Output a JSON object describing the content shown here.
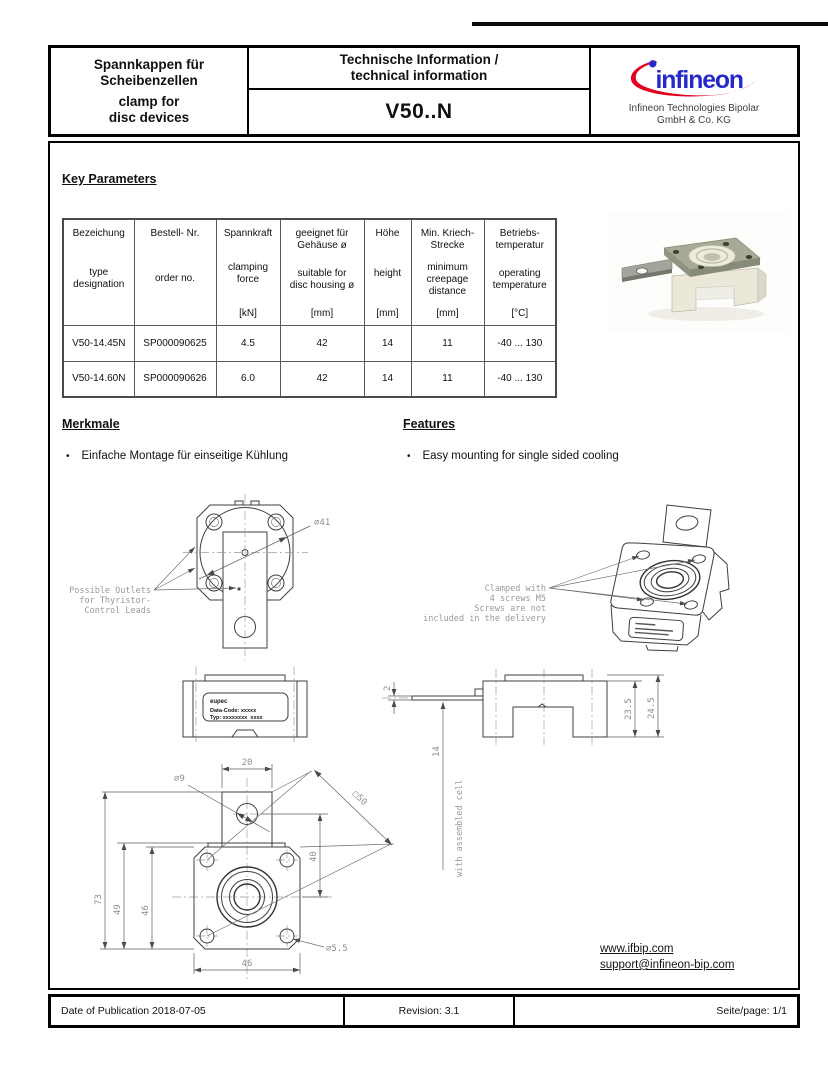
{
  "header": {
    "product_title_de": [
      "Spannkappen für",
      "Scheibenzellen"
    ],
    "product_title_en": [
      "clamp for",
      "disc devices"
    ],
    "doc_type": [
      "Technische Information /",
      "technical information"
    ],
    "part_number": "V50..N",
    "logo_word": "infineon",
    "company": [
      "Infineon Technologies Bipolar",
      "GmbH & Co. KG"
    ]
  },
  "key_parameters": {
    "heading": "Key Parameters",
    "columns": [
      {
        "de": "Bezeichung",
        "en": "type\ndesignation",
        "unit": ""
      },
      {
        "de": "Bestell- Nr.",
        "en": "order no.",
        "unit": ""
      },
      {
        "de": "Spannkraft",
        "en": "clamping\nforce",
        "unit": "[kN]"
      },
      {
        "de": "geeignet für\nGehäuse ø",
        "en": "suitable for\ndisc housing ø",
        "unit": "[mm]"
      },
      {
        "de": "Höhe",
        "en": "height",
        "unit": "[mm]"
      },
      {
        "de": "Min. Kriech-\nStrecke",
        "en": "minimum\ncreepage\ndistance",
        "unit": "[mm]"
      },
      {
        "de": "Betriebs-\ntemperatur",
        "en": "operating\ntemperature",
        "unit": "[°C]"
      }
    ],
    "rows": [
      [
        "V50-14.45N",
        "SP000090625",
        "4.5",
        "42",
        "14",
        "11",
        "-40 ... 130"
      ],
      [
        "V50-14.60N",
        "SP000090626",
        "6.0",
        "42",
        "14",
        "11",
        "-40 ... 130"
      ]
    ]
  },
  "features": {
    "bullet": "•",
    "heading_de": "Merkmale",
    "heading_en": "Features",
    "item_de": "Einfache Montage für einseitige Kühlung",
    "item_en": "Easy mounting for single sided cooling"
  },
  "drawings": {
    "top_view": {
      "dim_dome_diameter": "∅41",
      "annotation": [
        "Possible Outlets",
        "for Thyristor-",
        "Control Leads"
      ]
    },
    "iso_view": {
      "annotation": [
        "Clamped with",
        "4 screws M5",
        "Screws are not",
        "included in the delivery"
      ]
    },
    "front_view": {
      "label": [
        "eupec",
        "Data-Code: xxxxx",
        "Typ: xxxxxxxx  xxxx"
      ]
    },
    "side_view": {
      "dim_lead_thickness": "2",
      "dim_height_top": "23.5",
      "dim_height_overall": "24.5",
      "dim_cell_height": "14",
      "note": "with assembled cell"
    },
    "bottom_view": {
      "dim_overall_height": "73",
      "dim_height_49": "49",
      "dim_height_46": "46",
      "dim_tab_width": "20",
      "dim_tab_hole": "∅9",
      "dim_square": "□50",
      "dim_hole_offset": "40",
      "dim_corner_hole": "∅5.5",
      "dim_width": "46"
    }
  },
  "links": {
    "website": "www.ifbip.com",
    "email": "support@infineon-bip.com"
  },
  "footer": {
    "date": "Date of Publication 2018-07-05",
    "revision": "Revision: 3.1",
    "page": "Seite/page: 1/1"
  }
}
